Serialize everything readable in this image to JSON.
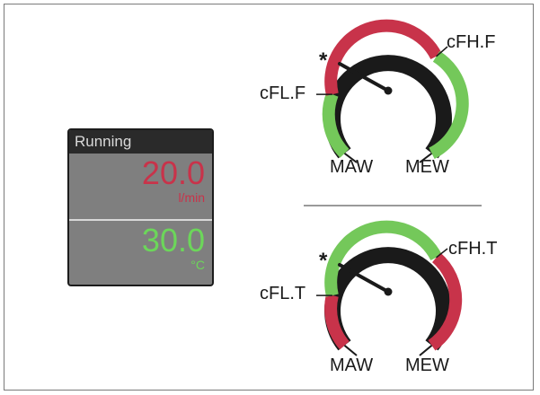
{
  "status_panel": {
    "state": "Running",
    "flow": {
      "value": "20.0",
      "unit": "l/min",
      "color": "#c8334a"
    },
    "temperature": {
      "value": "30.0",
      "unit": "°C",
      "color": "#6cd65a"
    }
  },
  "flow_gauge": {
    "low_label": "cFL.F",
    "high_label": "cFH.F",
    "left_base_label": "MAW",
    "right_base_label": "MEW",
    "marker": "*",
    "colors": {
      "middle_band": "#c8334a",
      "outer_bands": "#74c85a"
    }
  },
  "temp_gauge": {
    "low_label": "cFL.T",
    "high_label": "cFH.T",
    "left_base_label": "MAW",
    "right_base_label": "MEW",
    "marker": "*",
    "colors": {
      "middle_band": "#74c85a",
      "outer_bands": "#c8334a"
    }
  }
}
